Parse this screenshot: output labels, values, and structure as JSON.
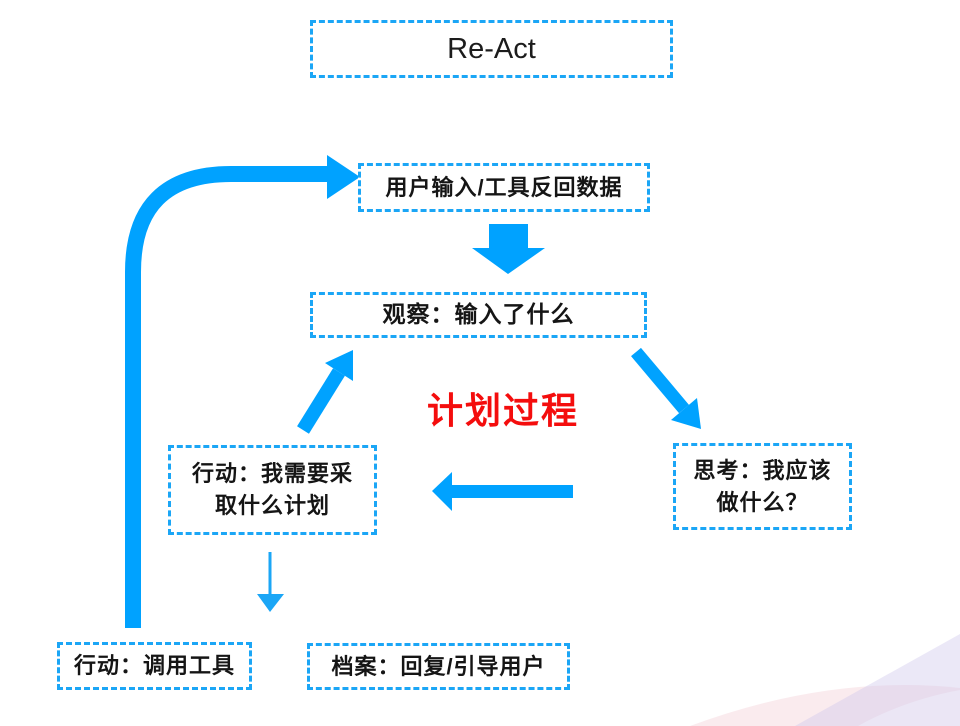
{
  "colors": {
    "accent_blue": "#00a2ff",
    "dashed_border_blue": "#1ba6f6",
    "red_label": "#f40d0d",
    "decor_pink": "#f3cdd4",
    "decor_lavender": "#cfc8ec"
  },
  "diagram": {
    "title": "Re-Act",
    "center_label": "计划过程",
    "nodes": {
      "input": {
        "label": "用户输入/工具反回数据"
      },
      "observe": {
        "label": "观察：输入了什么"
      },
      "think": {
        "line1": "思考：我应该",
        "line2": "做什么？"
      },
      "action_plan": {
        "line1": "行动：我需要采",
        "line2": "取什么计划"
      },
      "action_tool": {
        "label": "行动：调用工具"
      },
      "archive": {
        "label": "档案：回复/引导用户"
      }
    },
    "arrows": [
      {
        "name": "loop-action-tool-to-input",
        "from": "action_tool",
        "to": "input",
        "style": "thick-rounded-loop"
      },
      {
        "name": "input-to-observe",
        "from": "input",
        "to": "observe",
        "style": "block-down"
      },
      {
        "name": "observe-to-think",
        "from": "observe",
        "to": "think",
        "style": "thick-diagonal"
      },
      {
        "name": "think-to-action-plan",
        "from": "think",
        "to": "action_plan",
        "style": "thick-left"
      },
      {
        "name": "action-plan-to-observe",
        "from": "action_plan",
        "to": "observe",
        "style": "thick-diagonal"
      },
      {
        "name": "action-plan-to-action-tool",
        "from": "action_plan",
        "to": "action_tool",
        "style": "thin-down"
      }
    ]
  }
}
